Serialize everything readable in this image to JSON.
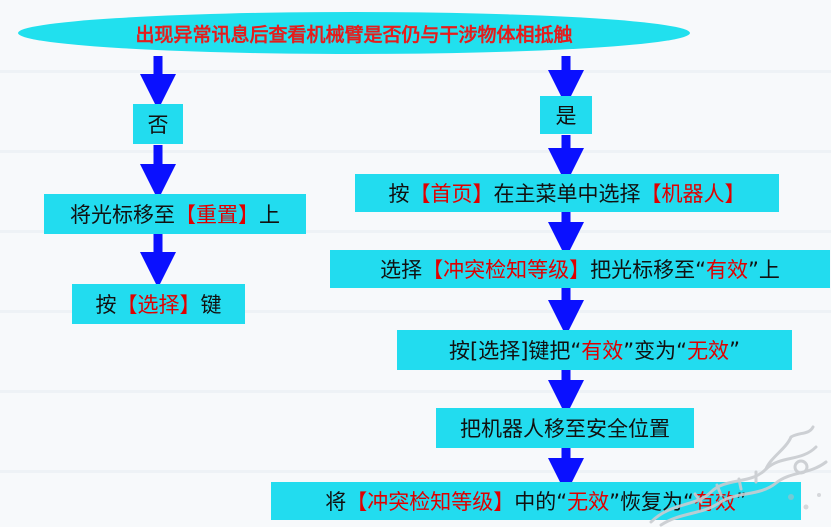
{
  "title": "出现异常讯息后查看机械臂是否仍与干涉物体相抵触",
  "left_branch": {
    "answer": "否",
    "step1": {
      "pre": "将光标移至",
      "hl": "【重置】",
      "post": "上"
    },
    "step2": {
      "pre": "按",
      "hl": "【选择】",
      "post": "键"
    }
  },
  "right_branch": {
    "answer": "是",
    "step1": {
      "pre": "按",
      "hl1": "【首页】",
      "mid": "在主菜单中选择",
      "hl2": "【机器人】"
    },
    "step2": {
      "pre": "选择",
      "hl1": "【冲突检知等级】",
      "mid": "把光标移至“",
      "hl2": "有效",
      "post": "”上"
    },
    "step3": {
      "pre": "按[选择]键把“",
      "hl1": "有效",
      "mid": "”变为“",
      "hl2": "无效",
      "post": "”"
    },
    "step4": {
      "text": "把机器人移至安全位置"
    },
    "step5": {
      "pre": "将",
      "hl1": "【冲突检知等级】",
      "mid": "中的“",
      "hl2": "无效",
      "mid2": "”恢复为“",
      "hl3": "有效",
      "post": "”"
    }
  },
  "colors": {
    "box": "#22dcef",
    "arrow": "#0a10ff",
    "highlight": "#e00000",
    "title": "#e41d1d"
  }
}
